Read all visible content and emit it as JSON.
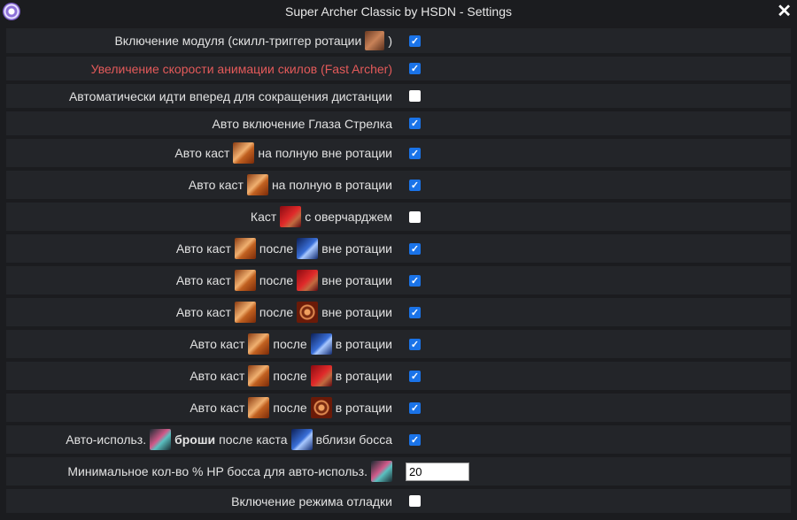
{
  "window": {
    "title": "Super Archer Classic by HSDN - Settings",
    "close_label": "✕"
  },
  "settings": [
    {
      "name": "enable-module",
      "style": "first",
      "segments": [
        {
          "t": "Включение модуля (скилл-триггер ротации"
        },
        {
          "icon": "trigger-skill-icon",
          "cls": "i-trigger sm"
        },
        {
          "t": ")"
        }
      ],
      "control": "checkbox",
      "checked": true
    },
    {
      "name": "fast-archer",
      "red": true,
      "segments": [
        {
          "t": "Увеличение скорости анимации скилов (Fast Archer)"
        }
      ],
      "control": "checkbox",
      "checked": true
    },
    {
      "name": "auto-move-forward",
      "segments": [
        {
          "t": "Автоматически идти вперед для сокращения дистанции"
        }
      ],
      "control": "checkbox",
      "checked": false
    },
    {
      "name": "auto-sniper-eye",
      "segments": [
        {
          "t": "Авто включение Глаза Стрелка"
        }
      ],
      "control": "checkbox",
      "checked": true
    },
    {
      "name": "autocast-full-out-rotation",
      "segments": [
        {
          "t": "Авто каст"
        },
        {
          "icon": "multishot-skill-icon",
          "cls": "i-multishot"
        },
        {
          "t": "на полную вне ротации"
        }
      ],
      "control": "checkbox",
      "checked": true
    },
    {
      "name": "autocast-full-in-rotation",
      "segments": [
        {
          "t": "Авто каст"
        },
        {
          "icon": "multishot-skill-icon",
          "cls": "i-multishot"
        },
        {
          "t": "на полную в ротации"
        }
      ],
      "control": "checkbox",
      "checked": true
    },
    {
      "name": "cast-overcharge",
      "segments": [
        {
          "t": "Каст"
        },
        {
          "icon": "red-skill-icon",
          "cls": "i-red"
        },
        {
          "t": "с оверчарджем"
        }
      ],
      "control": "checkbox",
      "checked": false
    },
    {
      "name": "autocast-after-blue-out",
      "segments": [
        {
          "t": "Авто каст"
        },
        {
          "icon": "multishot-skill-icon",
          "cls": "i-multishot"
        },
        {
          "t": "после"
        },
        {
          "icon": "blue-skill-icon",
          "cls": "i-blue"
        },
        {
          "t": "вне ротации"
        }
      ],
      "control": "checkbox",
      "checked": true
    },
    {
      "name": "autocast-after-red-out",
      "segments": [
        {
          "t": "Авто каст"
        },
        {
          "icon": "multishot-skill-icon",
          "cls": "i-multishot"
        },
        {
          "t": "после"
        },
        {
          "icon": "red-skill-icon",
          "cls": "i-red"
        },
        {
          "t": "вне ротации"
        }
      ],
      "control": "checkbox",
      "checked": true
    },
    {
      "name": "autocast-after-target-out",
      "segments": [
        {
          "t": "Авто каст"
        },
        {
          "icon": "multishot-skill-icon",
          "cls": "i-multishot"
        },
        {
          "t": "после"
        },
        {
          "icon": "target-skill-icon",
          "cls": "i-target"
        },
        {
          "t": "вне ротации"
        }
      ],
      "control": "checkbox",
      "checked": true
    },
    {
      "name": "autocast-after-blue-in",
      "segments": [
        {
          "t": "Авто каст"
        },
        {
          "icon": "multishot-skill-icon",
          "cls": "i-multishot"
        },
        {
          "t": "после"
        },
        {
          "icon": "blue-skill-icon",
          "cls": "i-blue"
        },
        {
          "t": "в ротации"
        }
      ],
      "control": "checkbox",
      "checked": true
    },
    {
      "name": "autocast-after-red-in",
      "segments": [
        {
          "t": "Авто каст"
        },
        {
          "icon": "multishot-skill-icon",
          "cls": "i-multishot"
        },
        {
          "t": "после"
        },
        {
          "icon": "red-skill-icon",
          "cls": "i-red"
        },
        {
          "t": "в ротации"
        }
      ],
      "control": "checkbox",
      "checked": true
    },
    {
      "name": "autocast-after-target-in",
      "segments": [
        {
          "t": "Авто каст"
        },
        {
          "icon": "multishot-skill-icon",
          "cls": "i-multishot"
        },
        {
          "t": "после"
        },
        {
          "icon": "target-skill-icon",
          "cls": "i-target"
        },
        {
          "t": "в ротации"
        }
      ],
      "control": "checkbox",
      "checked": true
    },
    {
      "name": "auto-use-brooch",
      "segments": [
        {
          "t": "Авто-использ."
        },
        {
          "icon": "brooch-icon",
          "cls": "i-brooch"
        },
        {
          "t": "броши",
          "bold": true
        },
        {
          "t": "после каста"
        },
        {
          "icon": "blue-skill-icon",
          "cls": "i-blue"
        },
        {
          "t": "вблизи босса"
        }
      ],
      "control": "checkbox",
      "checked": true
    },
    {
      "name": "min-boss-hp",
      "segments": [
        {
          "t": "Минимальное кол-во % HP босса для авто-использ."
        },
        {
          "icon": "brooch-icon",
          "cls": "i-brooch"
        }
      ],
      "control": "number",
      "value": "20"
    },
    {
      "name": "debug-mode",
      "segments": [
        {
          "t": "Включение режима отладки"
        }
      ],
      "control": "checkbox",
      "checked": false
    }
  ]
}
